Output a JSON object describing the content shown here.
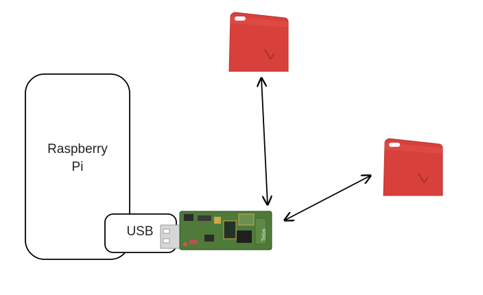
{
  "diagram": {
    "nodes": {
      "raspberry_pi": {
        "label_line1": "Raspberry",
        "label_line2": "Pi"
      },
      "usb": {
        "label": "USB"
      },
      "telos_board": {
        "printed_text": "Telos",
        "kind": "usb-sensor-node"
      },
      "red_tag_top": {
        "kind": "red-bluetooth-tag"
      },
      "red_tag_right": {
        "kind": "red-bluetooth-tag"
      }
    },
    "edges": [
      {
        "from": "telos_board",
        "to": "red_tag_top",
        "style": "double-arrow"
      },
      {
        "from": "telos_board",
        "to": "red_tag_right",
        "style": "double-arrow"
      }
    ],
    "colors": {
      "outline": "#000000",
      "tag_red": "#d8413b",
      "pcb_green": "#4f7a3a"
    }
  }
}
